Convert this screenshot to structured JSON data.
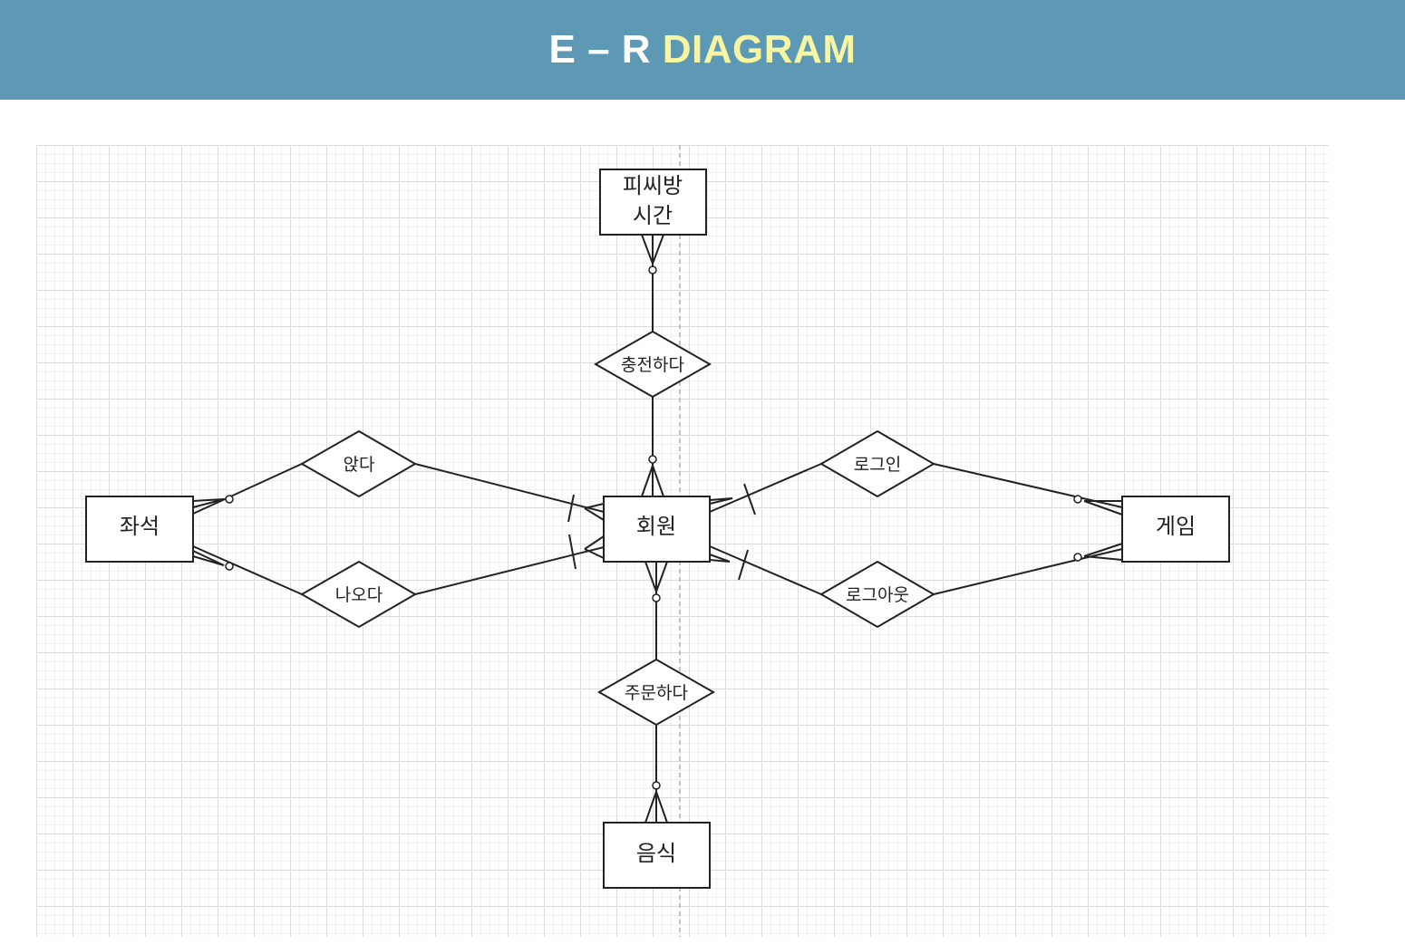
{
  "header": {
    "title_part1": "E – R",
    "title_part2": "DIAGRAM",
    "bg_color": "#5d98b5",
    "accent_color": "#f8f5a2"
  },
  "diagram": {
    "entities": [
      {
        "id": "pcbang",
        "lines": [
          "피씨방",
          "시간"
        ]
      },
      {
        "id": "member",
        "lines": [
          "회원"
        ]
      },
      {
        "id": "seat",
        "lines": [
          "좌석"
        ]
      },
      {
        "id": "game",
        "lines": [
          "게임"
        ]
      },
      {
        "id": "food",
        "lines": [
          "음식"
        ]
      }
    ],
    "relationships": [
      {
        "id": "charge",
        "label": "충전하다"
      },
      {
        "id": "sit",
        "label": "앉다"
      },
      {
        "id": "leave",
        "label": "나오다"
      },
      {
        "id": "login",
        "label": "로그인"
      },
      {
        "id": "logout",
        "label": "로그아웃"
      },
      {
        "id": "order",
        "label": "주문하다"
      }
    ]
  }
}
